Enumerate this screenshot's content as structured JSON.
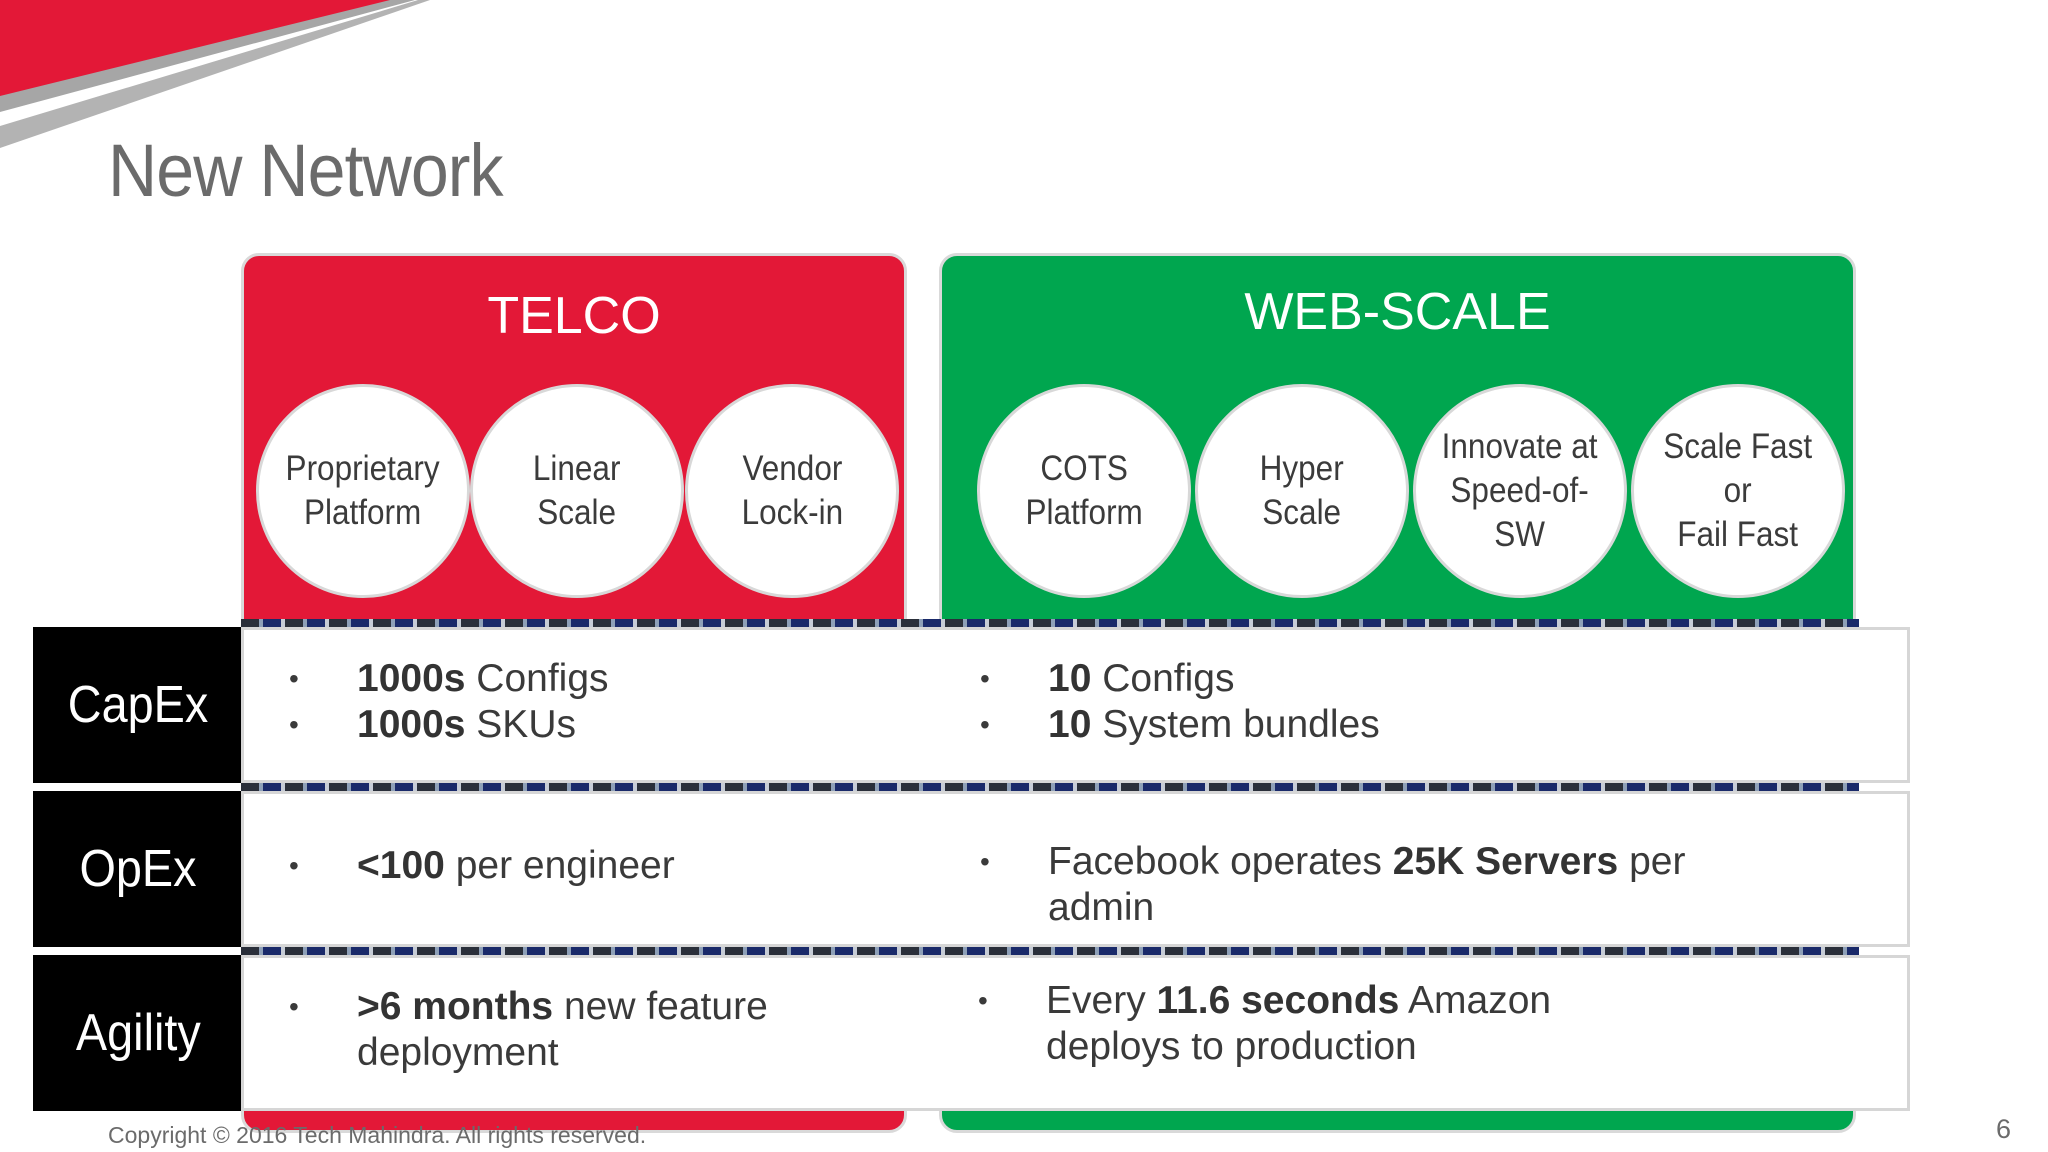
{
  "slide": {
    "title": "New Network",
    "copyright": "Copyright © 2016 Tech Mahindra. All rights reserved.",
    "page_number": "6",
    "colors": {
      "telco": "#e31837",
      "webscale": "#00a64f",
      "label_bg": "#000000"
    }
  },
  "telco": {
    "label": "TELCO",
    "circles": [
      "Proprietary\nPlatform",
      "Linear\nScale",
      "Vendor\nLock-in"
    ]
  },
  "webscale": {
    "label": "WEB-SCALE",
    "circles": [
      "COTS\nPlatform",
      "Hyper\nScale",
      "Innovate at\nSpeed-of-\nSW",
      "Scale Fast\nor\nFail Fast"
    ]
  },
  "rows": [
    {
      "label": "CapEx",
      "telco": [
        {
          "bold": "1000s",
          "rest": " Configs"
        },
        {
          "bold": "1000s",
          "rest": " SKUs"
        }
      ],
      "webscale": [
        {
          "bold": "10",
          "rest": " Configs"
        },
        {
          "bold": "10",
          "rest": " System bundles"
        }
      ]
    },
    {
      "label": "OpEx",
      "telco": [
        {
          "bold": "<100",
          "rest": " per engineer"
        }
      ],
      "webscale": [
        {
          "pre": "Facebook operates ",
          "bold": "25K Servers",
          "rest": " per admin"
        }
      ]
    },
    {
      "label": "Agility",
      "telco": [
        {
          "bold": ">6 months",
          "rest": " new feature deployment"
        }
      ],
      "webscale": [
        {
          "pre": "Every ",
          "bold": "11.6 seconds",
          "rest": " Amazon deploys to production"
        }
      ]
    }
  ]
}
